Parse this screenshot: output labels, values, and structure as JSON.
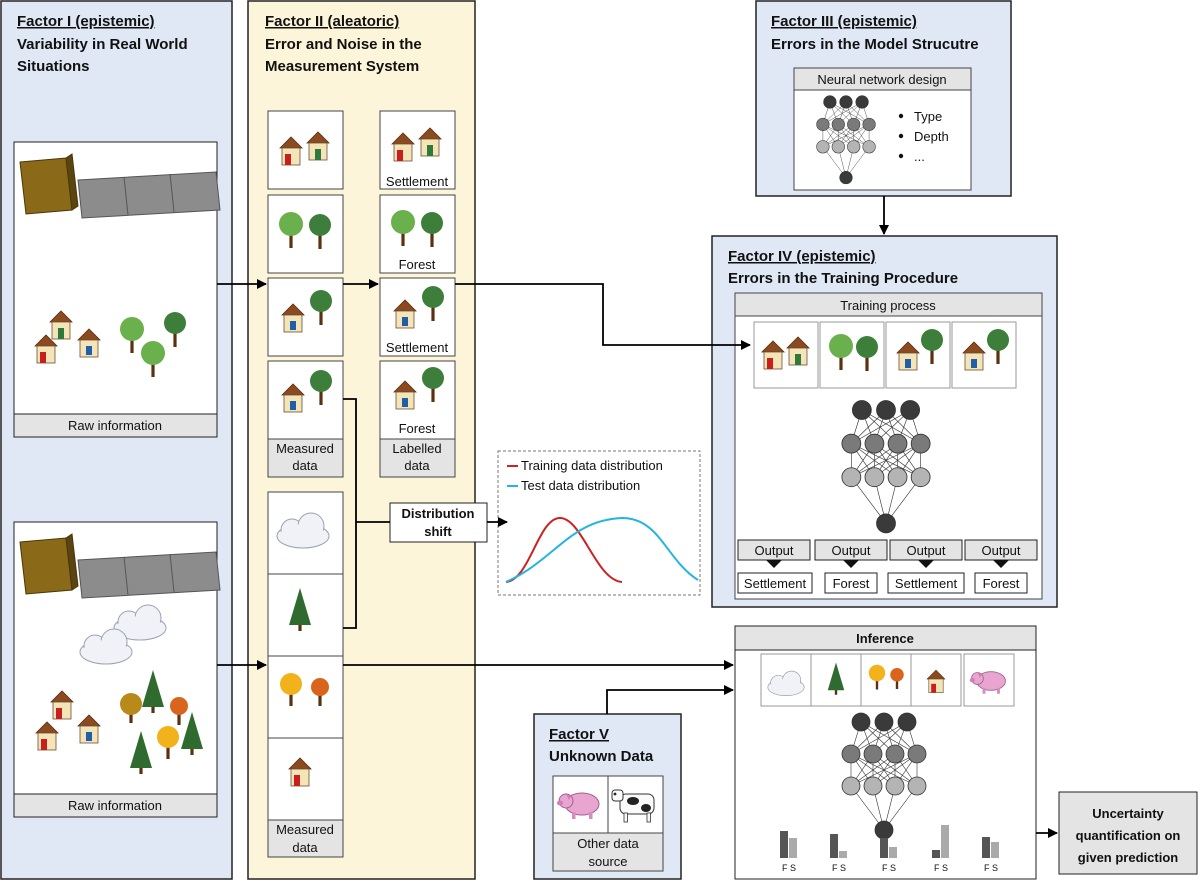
{
  "factor1": {
    "title_line1": "Factor I (epistemic)",
    "title_line2": "Variability in Real World",
    "title_line3": "Situations",
    "raw_info_top": "Raw information",
    "raw_info_bottom": "Raw information"
  },
  "factor2": {
    "title_line1": "Factor II (aleatoric)",
    "title_line2": "Error and Noise in the",
    "title_line3": "Measurement System",
    "measured_line1": "Measured",
    "measured_line2": "data",
    "labelled_line1": "Labelled",
    "labelled_line2": "data",
    "measured2_line1": "Measured",
    "measured2_line2": "data",
    "label_settlement_1": "Settlement",
    "label_forest_1": "Forest",
    "label_settlement_2": "Settlement",
    "label_forest_2": "Forest"
  },
  "factor3": {
    "title_line1": "Factor III (epistemic)",
    "title_line2": "Errors in the Model Strucutre",
    "nn_design": "Neural network design",
    "bullets": [
      "Type",
      "Depth",
      "..."
    ]
  },
  "factor4": {
    "title_line1": "Factor IV (epistemic)",
    "title_line2": "Errors in the Training Procedure",
    "training_process": "Training process",
    "output_label": "Output",
    "outputs": [
      "Settlement",
      "Forest",
      "Settlement",
      "Forest"
    ]
  },
  "shift": {
    "line1": "Distribution",
    "line2": "shift",
    "legend_training": "Training data distribution",
    "legend_test": "Test data distribution"
  },
  "factor5": {
    "title_line1": "Factor V",
    "title_line2": "Unknown Data",
    "source_line1": "Other data",
    "source_line2": "source"
  },
  "inference": {
    "title": "Inference",
    "bar_labels": [
      "F S",
      "F S",
      "F S",
      "F S",
      "F S"
    ]
  },
  "uncertainty": {
    "line1": "Uncertainty",
    "line2": "quantification on",
    "line3": "given prediction"
  },
  "colors": {
    "factor_bg": "#dfe8f4",
    "factor2_bg": "#fcf5d9",
    "label_bg": "#e4e4e4",
    "training_curve": "#cc2222",
    "test_curve": "#22b5e0"
  }
}
